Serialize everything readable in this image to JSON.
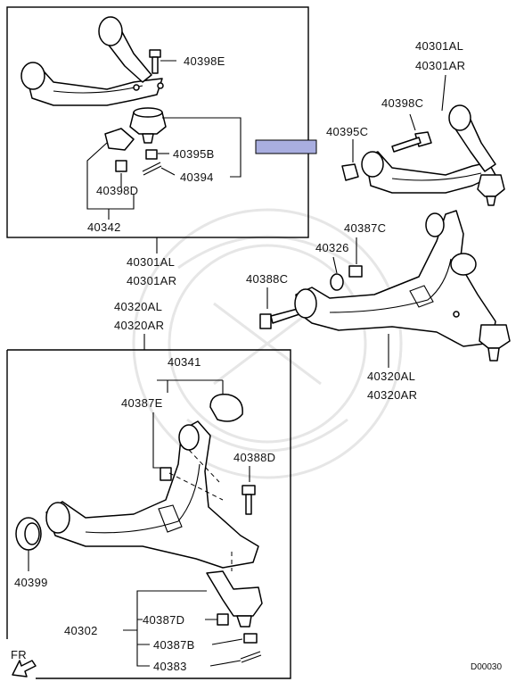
{
  "diagram": {
    "part_numbers": {
      "upper_arm_assy": [
        "40301AL",
        "40301AR"
      ],
      "lower_arm_assy": [
        "40320AL",
        "40320AR"
      ],
      "p40398E": "40398E",
      "p40395B": "40395B",
      "p40394": "40394",
      "p40398D": "40398D",
      "p40342": "40342",
      "p40398C": "40398C",
      "p40395C": "40395C",
      "p40387C": "40387C",
      "p40326": "40326",
      "p40388C": "40388C",
      "p40341": "40341",
      "p40387E": "40387E",
      "p40388D": "40388D",
      "p40399": "40399",
      "p40302": "40302",
      "p40387D": "40387D",
      "p40387B": "40387B",
      "p40383": "40383"
    },
    "front_indicator": "FR",
    "diagram_code": "D00030",
    "highlight_color": "#a9aee0"
  }
}
